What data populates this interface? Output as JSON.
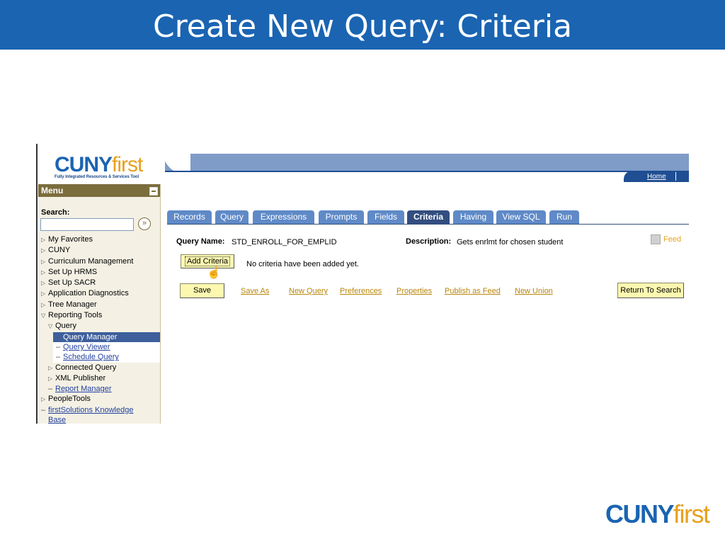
{
  "slide": {
    "title": "Create New Query: Criteria"
  },
  "logo": {
    "brand_bold": "CUNY",
    "brand_light": "first",
    "tagline": "Fully Integrated Resources & Services Tool"
  },
  "banner": {
    "home_link": "Home"
  },
  "menu": {
    "title": "Menu",
    "search_label": "Search:",
    "search_value": "",
    "items": [
      {
        "label": "My Favorites"
      },
      {
        "label": "CUNY"
      },
      {
        "label": "Curriculum Management"
      },
      {
        "label": "Set Up HRMS"
      },
      {
        "label": "Set Up SACR"
      },
      {
        "label": "Application Diagnostics"
      },
      {
        "label": "Tree Manager"
      },
      {
        "label": "Reporting Tools"
      },
      {
        "label": "Query"
      },
      {
        "label": "Query Manager"
      },
      {
        "label": "Query Viewer"
      },
      {
        "label": "Schedule Query"
      },
      {
        "label": "Connected Query"
      },
      {
        "label": "XML Publisher"
      },
      {
        "label": "Report Manager"
      },
      {
        "label": "PeopleTools"
      },
      {
        "label": "firstSolutions Knowledge"
      },
      {
        "label": "Base"
      }
    ]
  },
  "tabs": [
    {
      "label": "Records"
    },
    {
      "label": "Query"
    },
    {
      "label": "Expressions"
    },
    {
      "label": "Prompts"
    },
    {
      "label": "Fields"
    },
    {
      "label": "Criteria"
    },
    {
      "label": "Having"
    },
    {
      "label": "View SQL"
    },
    {
      "label": "Run"
    }
  ],
  "query": {
    "name_label": "Query Name:",
    "name_value": "STD_ENROLL_FOR_EMPLID",
    "description_label": "Description:",
    "description_value": "Gets enrlmt for chosen student",
    "feed_label": "Feed"
  },
  "criteria": {
    "add_button": "Add Criteria",
    "empty_message": "No criteria have been added yet."
  },
  "actions": {
    "save": "Save",
    "save_as": "Save As",
    "new_query": "New Query",
    "preferences": "Preferences",
    "properties": "Properties",
    "publish_as_feed": "Publish as Feed",
    "new_union": "New Union",
    "return_to_search": "Return To Search"
  },
  "colors": {
    "slide_header": "#1a64b2",
    "tab": "#5f8ac7",
    "tab_active": "#324e80",
    "button": "#fdf8b0",
    "link": "#b8860b",
    "brand_orange": "#e8a01e"
  },
  "footer_logo": {
    "brand_bold": "CUNY",
    "brand_light": "first"
  }
}
